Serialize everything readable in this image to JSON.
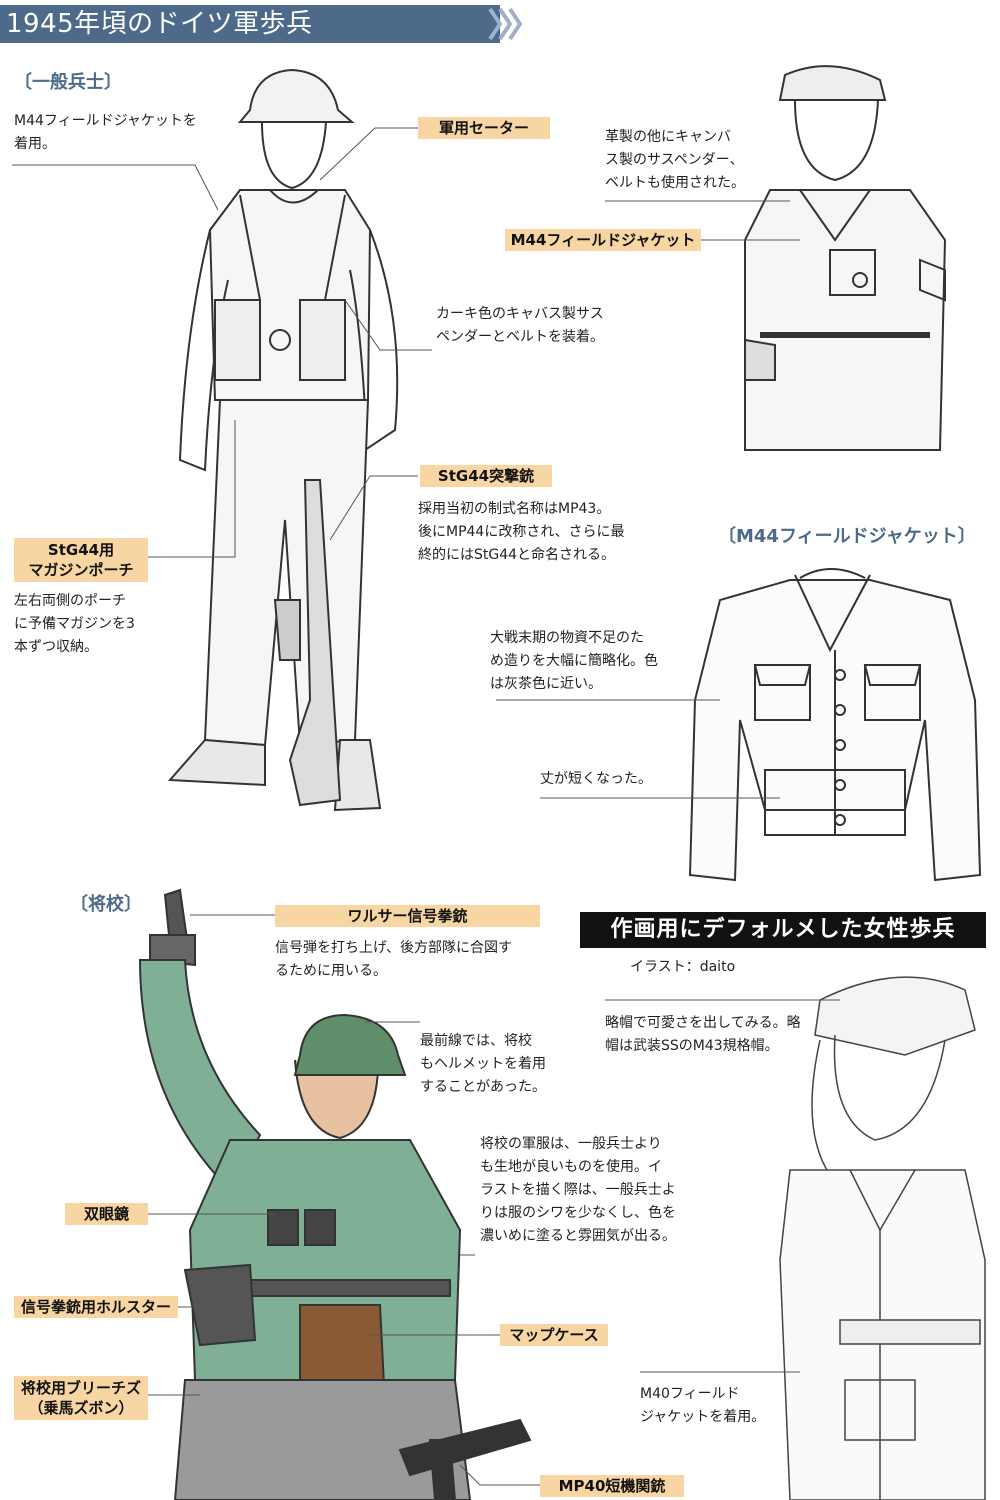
{
  "header": {
    "title": "1945年頃のドイツ軍歩兵"
  },
  "sections": {
    "infantry": "〔一般兵士〕",
    "jacket": "〔M44フィールドジャケット〕",
    "officer": "〔将校〕"
  },
  "labels": {
    "sweater": "軍用セーター",
    "m44_jacket": "M44フィールドジャケット",
    "stg44": "StG44突撃銃",
    "stg44_pouch_line1": "StG44用",
    "stg44_pouch_line2": "マガジンポーチ",
    "walther": "ワルサー信号拳銃",
    "binoculars": "双眼鏡",
    "holster": "信号拳銃用ホルスター",
    "breeches_line1": "将校用ブリーチズ",
    "breeches_line2": "（乗馬ズボン）",
    "mapcase": "マップケース",
    "mp40": "MP40短機関銃"
  },
  "notes": {
    "m44_wear": "M44フィールドジャケットを\n着用。",
    "leather": "革製の他にキャンバ\nス製のサスペンダー、\nベルトも使用された。",
    "suspenders": "カーキ色のキャバス製サス\nペンダーとベルトを装着。",
    "mp43": "採用当初の制式名称はMP43。\n後にMP44に改称され、さらに最\n終的にはStG44と命名される。",
    "pouch": "左右両側のポーチ\nに予備マガジンを3\n本ずつ収納。",
    "shortage": "大戦末期の物資不足のた\nめ造りを大幅に簡略化。色\nは灰茶色に近い。",
    "short_length": "丈が短くなった。",
    "flare": "信号弾を打ち上げ、後方部隊に合図す\nるために用いる。",
    "helmet": "最前線では、将校\nもヘルメットを着用\nすることがあった。",
    "uniform": "将校の軍服は、一般兵士より\nも生地が良いものを使用。イ\nラストを描く際は、一般兵士よ\nりは服のシワを少なくし、色を\n濃いめに塗ると雰囲気が出る。",
    "cap": "略帽で可愛さを出してみる。略\n帽は武装SSのM43規格帽。",
    "m40": "M40フィールド\nジャケットを着用。"
  },
  "female": {
    "title": "作画用にデフォルメした女性歩兵",
    "credit": "イラスト：daito"
  },
  "colors": {
    "header_bg": "#4d6a8a",
    "label_bg": "#f8d6a4",
    "officer_uniform": "#7fb095",
    "helmet": "#5f8f6a",
    "leather": "#8a5a36"
  }
}
